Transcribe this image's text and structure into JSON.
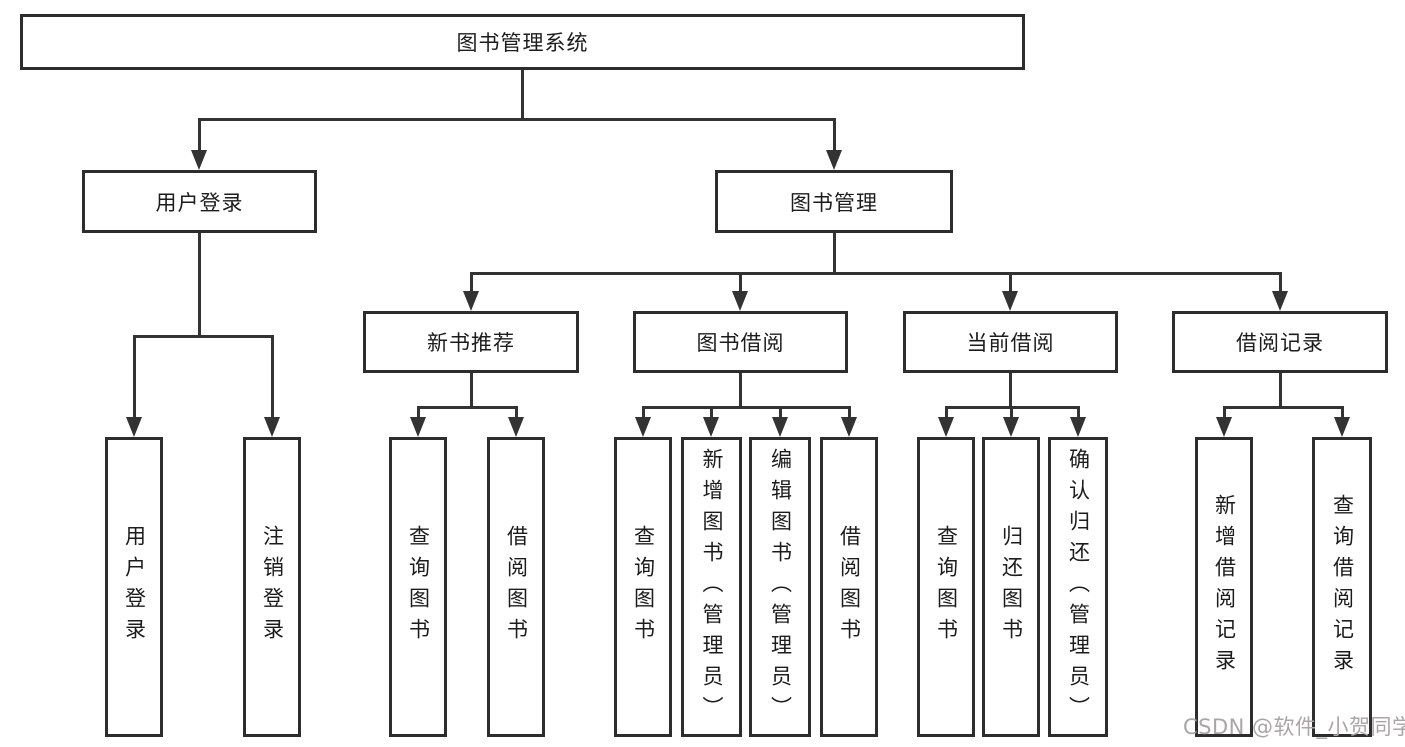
{
  "diagram": {
    "root": {
      "label": "图书管理系统"
    },
    "level2": {
      "user_login": {
        "label": "用户登录"
      },
      "book_management": {
        "label": "图书管理"
      }
    },
    "level3": {
      "new_book_recommend": {
        "label": "新书推荐"
      },
      "book_borrow": {
        "label": "图书借阅"
      },
      "current_borrow": {
        "label": "当前借阅"
      },
      "borrow_record": {
        "label": "借阅记录"
      }
    },
    "leaves": {
      "user_login": {
        "label": "用户登录"
      },
      "logout": {
        "label": "注销登录"
      },
      "recommend_query_book": {
        "label": "查询图书"
      },
      "recommend_borrow_book": {
        "label": "借阅图书"
      },
      "borrow_query_book": {
        "label": "查询图书"
      },
      "borrow_add_book": {
        "label": "新增图书（管理员）"
      },
      "borrow_edit_book": {
        "label": "编辑图书（管理员）"
      },
      "borrow_borrow_book": {
        "label": "借阅图书"
      },
      "current_query_book": {
        "label": "查询图书"
      },
      "current_return_book": {
        "label": "归还图书"
      },
      "current_confirm_return": {
        "label": "确认归还（管理员）"
      },
      "record_add": {
        "label": "新增借阅记录"
      },
      "record_query": {
        "label": "查询借阅记录"
      }
    }
  },
  "watermark": {
    "text": "CSDN @软件_小贺同学"
  },
  "colors": {
    "line": "#333333",
    "box_border": "#2d2d2d",
    "text": "#1c1c1c",
    "watermark": "#aca5a5",
    "background": "#ffffff"
  }
}
